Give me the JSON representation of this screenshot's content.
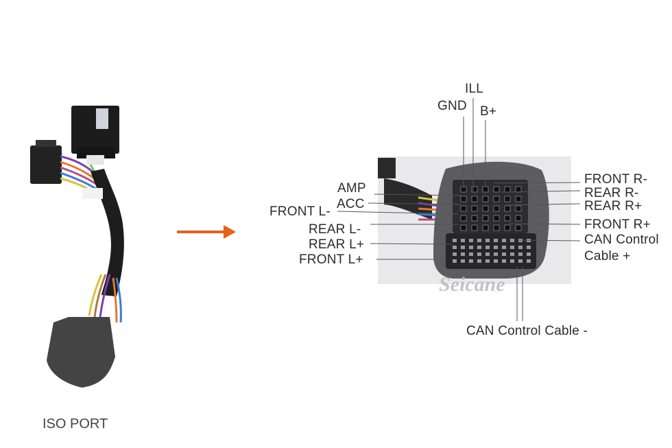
{
  "caption": "ISO PORT",
  "watermark": "Seicane",
  "arrow_color": "#e8601a",
  "labels": {
    "ill": "ILL",
    "gnd": "GND",
    "bplus": "B+",
    "amp": "AMP",
    "acc": "ACC",
    "front_l_minus": "FRONT L-",
    "rear_l_minus": "REAR L-",
    "rear_l_plus": "REAR L+",
    "front_l_plus": "FRONT L+",
    "front_r_minus": "FRONT R-",
    "rear_r_minus": "REAR R-",
    "rear_r_plus": "REAR R+",
    "front_r_plus": "FRONT R+",
    "can_control": "CAN Control",
    "cable_plus": "Cable +",
    "can_control_cable_minus": "CAN Control Cable -"
  }
}
